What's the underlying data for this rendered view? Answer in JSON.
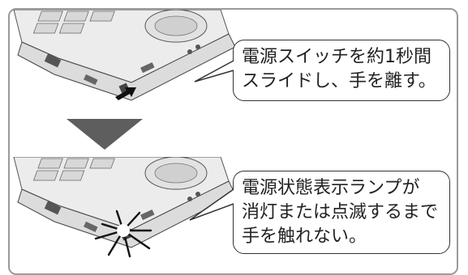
{
  "step1": {
    "instruction_lines": [
      "電源スイッチを約1秒間",
      "スライドし、手を離す。"
    ],
    "arrow_icon": "right-arrow-icon"
  },
  "transition": {
    "arrow_icon": "down-triangle-icon",
    "color": "#5e5e5e"
  },
  "step2": {
    "instruction_lines": [
      "電源状態表示ランプが",
      "消灯または点滅するまで",
      "手を触れない。"
    ],
    "burst_icon": "light-burst-icon"
  },
  "colors": {
    "frame_border": "#9a9a9a",
    "laptop_body": "#e9e9e9",
    "outline": "#333333"
  }
}
